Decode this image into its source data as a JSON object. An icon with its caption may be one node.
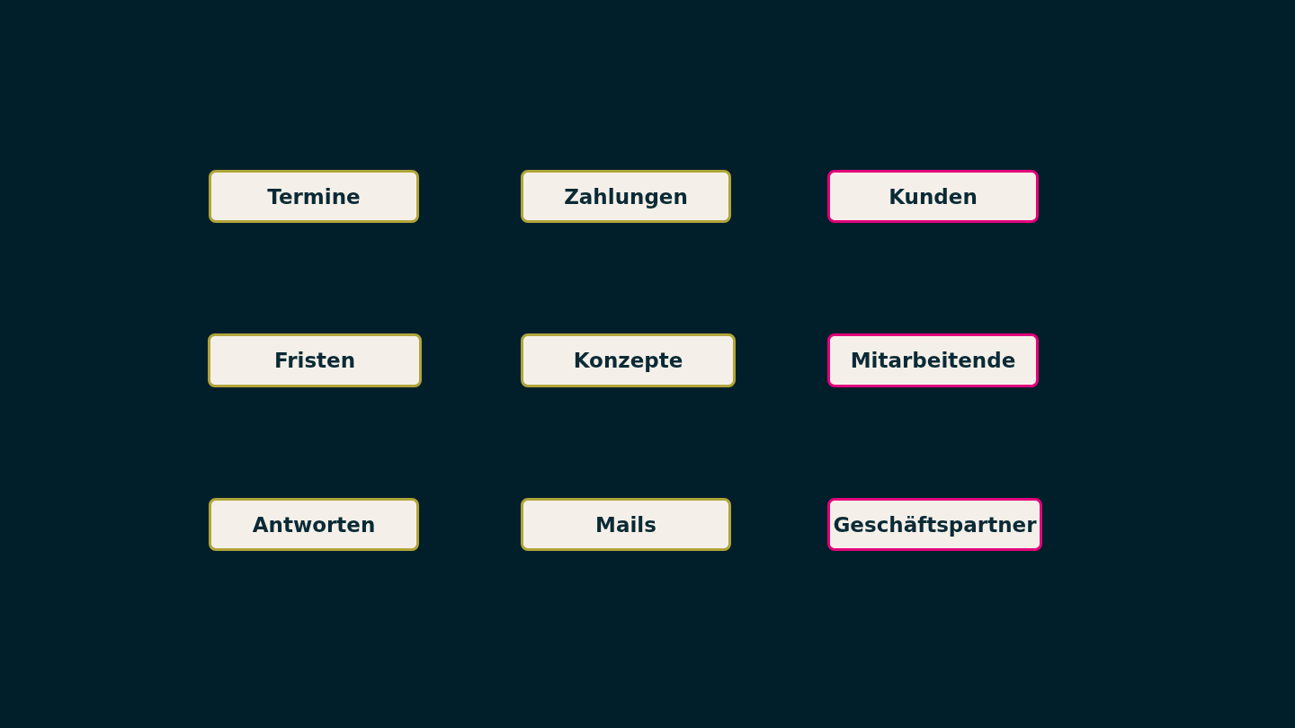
{
  "diagram": {
    "nodes": [
      {
        "text": [
          "Termine"
        ]
      },
      {
        "text": [
          "Zahlungen"
        ]
      },
      {
        "text": [
          "Kunden"
        ]
      },
      {
        "text": [
          "Fristen"
        ]
      },
      {
        "text": [
          "Konzepte"
        ]
      },
      {
        "text": [
          "Mitarbeitende"
        ]
      },
      {
        "text": [
          "Antworten"
        ]
      },
      {
        "text": [
          "Mails"
        ]
      },
      {
        "text": [
          "Geschäftspartner"
        ]
      }
    ]
  }
}
